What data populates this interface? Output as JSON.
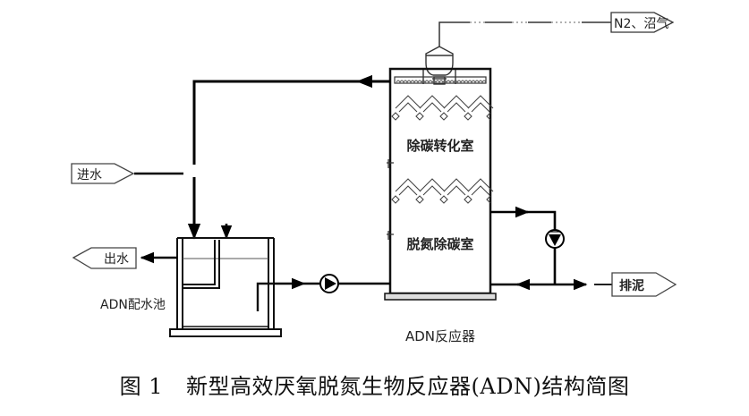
{
  "diagram": {
    "terminals": {
      "inlet": "进水",
      "outlet": "出水",
      "gas": "N2、沼气",
      "sludge": "排泥"
    },
    "tank_label": "ADN配水池",
    "reactor_label": "ADN反应器",
    "upper_chamber": "除碳转化室",
    "lower_chamber": "脱氮除碳室"
  },
  "caption": {
    "figure_number": "图 1",
    "title": "新型高效厌氧脱氮生物反应器(ADN)结构简图"
  }
}
